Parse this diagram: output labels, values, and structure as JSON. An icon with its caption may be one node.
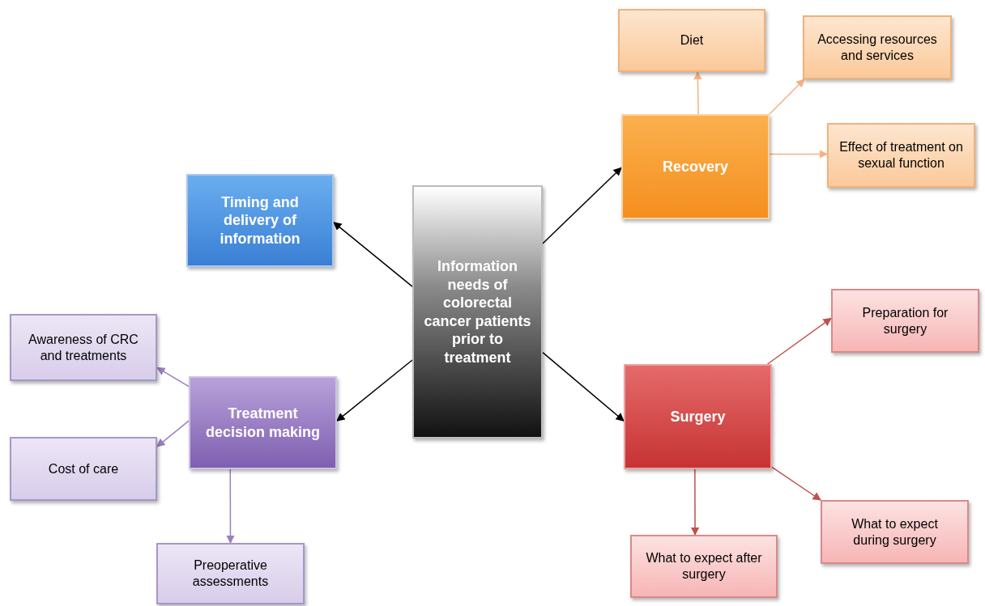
{
  "diagram": {
    "nodes": [
      {
        "text": [
          "Information needs of colorectal cancer patients prior to treatment"
        ]
      },
      {
        "text": [
          "Timing and delivery of information"
        ]
      },
      {
        "text": [
          "Recovery"
        ]
      },
      {
        "text": [
          "Diet"
        ]
      },
      {
        "text": [
          "Accessing resources and services"
        ]
      },
      {
        "text": [
          "Effect of treatment on sexual function"
        ]
      },
      {
        "text": [
          "Treatment decision making"
        ]
      },
      {
        "text": [
          "Awareness of CRC and treatments"
        ]
      },
      {
        "text": [
          "Cost of care"
        ]
      },
      {
        "text": [
          "Preoperative assessments"
        ]
      },
      {
        "text": [
          "Surgery"
        ]
      },
      {
        "text": [
          "Preparation for surgery"
        ]
      },
      {
        "text": [
          "What to expect during surgery"
        ]
      },
      {
        "text": [
          "What to expect after surgery"
        ]
      }
    ],
    "edges": [
      {
        "from": 0,
        "to": 1,
        "arrow": "to"
      },
      {
        "from": 0,
        "to": 2,
        "arrow": "to"
      },
      {
        "from": 0,
        "to": 6,
        "arrow": "to"
      },
      {
        "from": 0,
        "to": 10,
        "arrow": "to"
      },
      {
        "from": 2,
        "to": 3,
        "arrow": "to",
        "color": "#f4b183"
      },
      {
        "from": 2,
        "to": 4,
        "arrow": "to",
        "color": "#f4b183"
      },
      {
        "from": 2,
        "to": 5,
        "arrow": "to",
        "color": "#f4b183"
      },
      {
        "from": 6,
        "to": 7,
        "arrow": "to",
        "color": "#9a80c0"
      },
      {
        "from": 6,
        "to": 8,
        "arrow": "to",
        "color": "#9a80c0"
      },
      {
        "from": 6,
        "to": 9,
        "arrow": "to",
        "color": "#9a80c0"
      },
      {
        "from": 10,
        "to": 11,
        "arrow": "to",
        "color": "#c0504d"
      },
      {
        "from": 10,
        "to": 12,
        "arrow": "to",
        "color": "#c0504d"
      },
      {
        "from": 10,
        "to": 13,
        "arrow": "to",
        "color": "#c0504d"
      }
    ]
  }
}
